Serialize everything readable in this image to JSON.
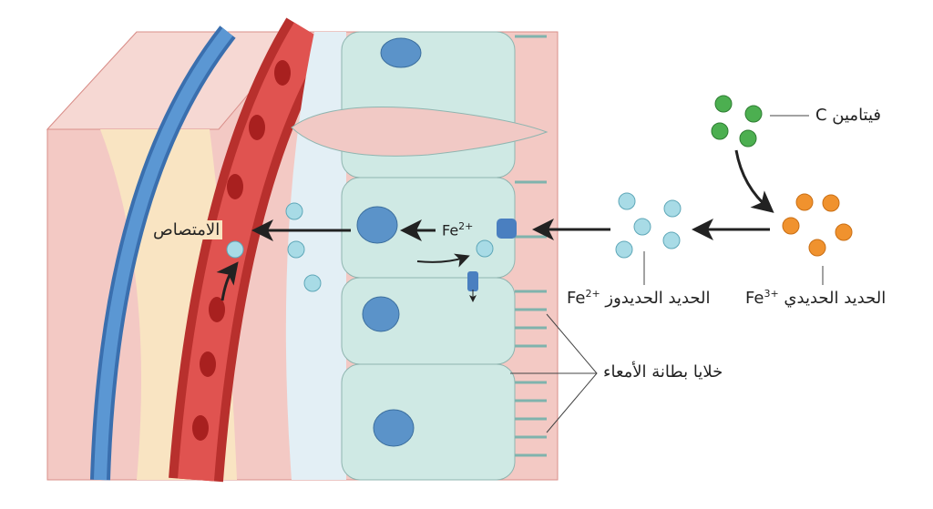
{
  "labels": {
    "vitamin_c": "فيتامين C",
    "ferric_iron": "الحديد الحديدي",
    "ferric_symbol": "Fe",
    "ferric_charge": "3+",
    "ferrous_iron": "الحديد الحديدوز",
    "ferrous_symbol": "Fe",
    "ferrous_charge": "2+",
    "cell_fe_symbol": "Fe",
    "cell_fe_charge": "2+",
    "absorption": "الامتصاص",
    "intestinal_cells": "خلايا بطانة الأمعاء"
  },
  "colors": {
    "vitamin_c": "#4caf50",
    "ferric": "#f0922e",
    "ferrous": "#a8dbe6",
    "nucleus": "#5b93c9",
    "cell": "#cfe9e4",
    "vessel_red": "#d9423f",
    "vessel_blue": "#4a86c5",
    "tissue_pink": "#f3c9c4",
    "tissue_yellow": "#f9e4c2"
  }
}
